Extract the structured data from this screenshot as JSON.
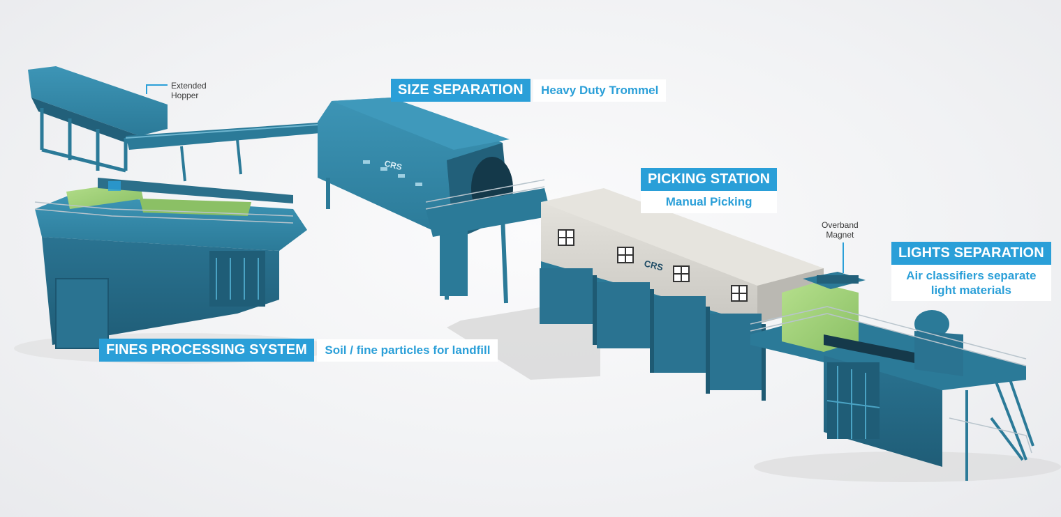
{
  "callouts": {
    "size_separation": {
      "title": "SIZE SEPARATION",
      "subtitle": "Heavy Duty Trommel"
    },
    "picking_station": {
      "title": "PICKING STATION",
      "subtitle": "Manual Picking"
    },
    "lights_separation": {
      "title": "LIGHTS SEPARATION",
      "subtitle_line1": "Air classifiers separate",
      "subtitle_line2": "light materials"
    },
    "fines_processing": {
      "title": "FINES PROCESSING SYSTEM",
      "subtitle": "Soil / fine particles for landfill"
    }
  },
  "labels": {
    "hopper_line1": "Extended",
    "hopper_line2": "Hopper",
    "magnet_line1": "Overband",
    "magnet_line2": "Magnet"
  },
  "brand": {
    "logo_text": "CRS"
  },
  "colors": {
    "accent": "#2a9fd8",
    "steel_blue": "#2f7e9c",
    "steel_dark": "#22607a",
    "cabin_grey": "#d8d6d0",
    "magnet_green": "#a6d57c"
  }
}
